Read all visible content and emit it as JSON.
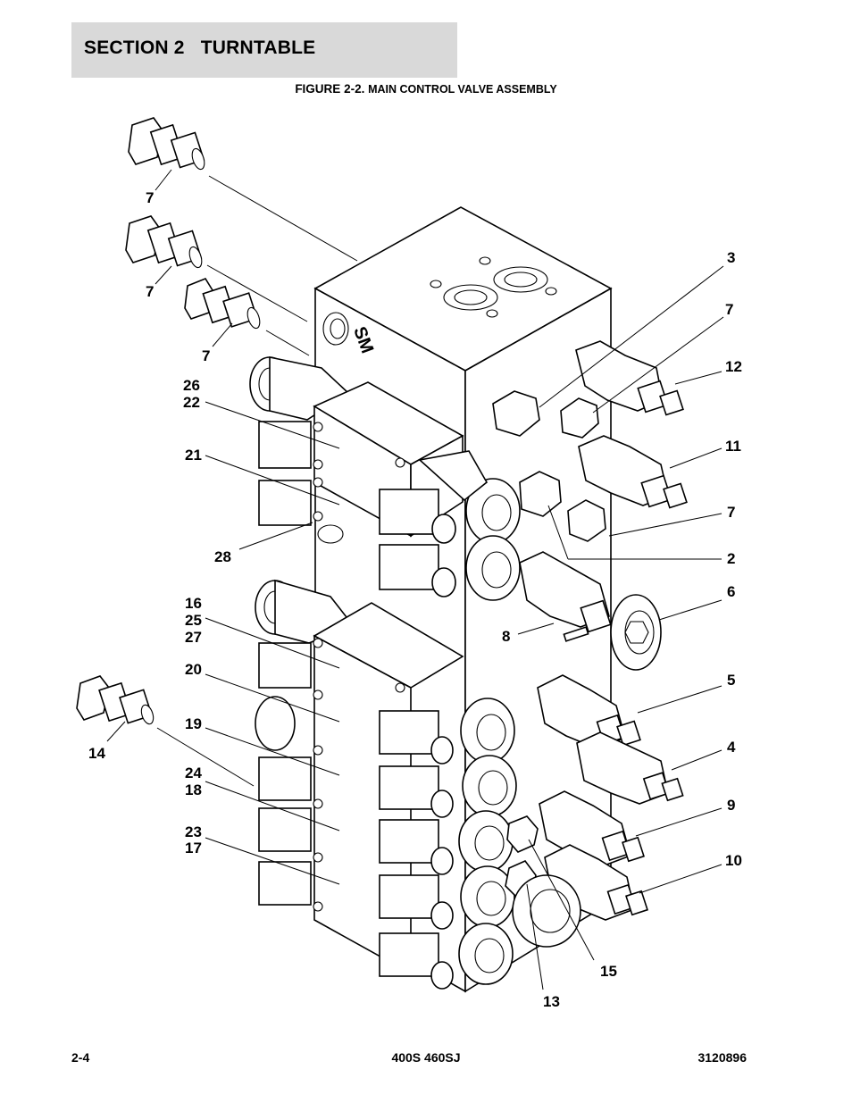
{
  "header": {
    "section_title": "SECTION 2   TURNTABLE",
    "figure_label": "FIGURE 2-2.",
    "figure_title": "MAIN CONTROL VALVE ASSEMBLY"
  },
  "callouts": [
    {
      "id": "c7a",
      "label": "7"
    },
    {
      "id": "c7b",
      "label": "7"
    },
    {
      "id": "c7c",
      "label": "7"
    },
    {
      "id": "c26",
      "label": "26"
    },
    {
      "id": "c22",
      "label": "22"
    },
    {
      "id": "c21",
      "label": "21"
    },
    {
      "id": "c28",
      "label": "28"
    },
    {
      "id": "c16",
      "label": "16"
    },
    {
      "id": "c25",
      "label": "25"
    },
    {
      "id": "c27",
      "label": "27"
    },
    {
      "id": "c20",
      "label": "20"
    },
    {
      "id": "c19",
      "label": "19"
    },
    {
      "id": "c14",
      "label": "14"
    },
    {
      "id": "c24",
      "label": "24"
    },
    {
      "id": "c18",
      "label": "18"
    },
    {
      "id": "c23",
      "label": "23"
    },
    {
      "id": "c17",
      "label": "17"
    },
    {
      "id": "c3",
      "label": "3"
    },
    {
      "id": "c7d",
      "label": "7"
    },
    {
      "id": "c12",
      "label": "12"
    },
    {
      "id": "c11",
      "label": "11"
    },
    {
      "id": "c7e",
      "label": "7"
    },
    {
      "id": "c2",
      "label": "2"
    },
    {
      "id": "c6",
      "label": "6"
    },
    {
      "id": "c8",
      "label": "8"
    },
    {
      "id": "c5",
      "label": "5"
    },
    {
      "id": "c4",
      "label": "4"
    },
    {
      "id": "c9",
      "label": "9"
    },
    {
      "id": "c10",
      "label": "10"
    },
    {
      "id": "c15",
      "label": "15"
    },
    {
      "id": "c13",
      "label": "13"
    }
  ],
  "footer": {
    "page_number": "2-4",
    "model": "400S 460SJ",
    "part_number": "3120896"
  }
}
